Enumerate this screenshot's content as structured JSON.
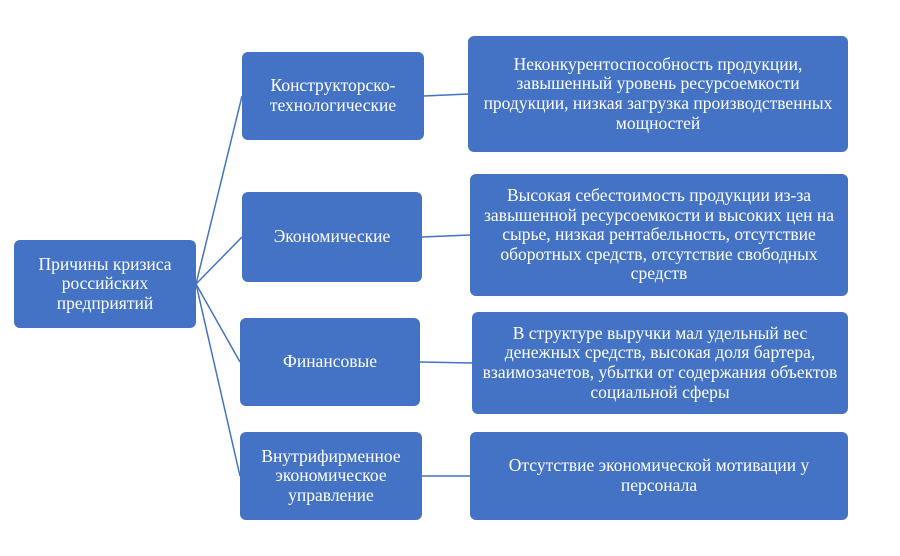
{
  "root": {
    "label": "Причины кризиса российских предприятий"
  },
  "categories": [
    {
      "label": "Конструкторско-технологические",
      "detail": "Неконкурентоспособность продукции, завышенный уровень ресурсоемкости продукции, низкая загрузка производственных мощностей"
    },
    {
      "label": "Экономические",
      "detail": "Высокая себестоимость продукции из-за завышенной ресурсоемкости и высоких цен на сырье, низкая рентабельность, отсутствие оборотных средств, отсутствие свободных средств"
    },
    {
      "label": "Финансовые",
      "detail": "В структуре выручки мал удельный вес денежных средств, высокая доля бартера, взаимозачетов, убытки от содержания объектов социальной сферы"
    },
    {
      "label": "Внутрифирменное экономическое управление",
      "detail": "Отсутствие экономической мотивации у персонала"
    }
  ],
  "colors": {
    "box_fill": "#4472c4",
    "box_text": "#ffffff",
    "connector": "#4472c4"
  }
}
